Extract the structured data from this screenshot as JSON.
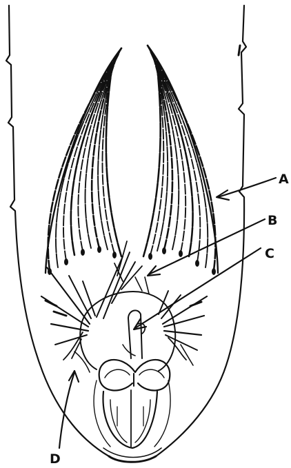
{
  "diagram": {
    "labels": {
      "a": "A",
      "b": "B",
      "c": "C",
      "d": "D"
    },
    "ink_color": "#111111",
    "background_color": "#ffffff"
  }
}
